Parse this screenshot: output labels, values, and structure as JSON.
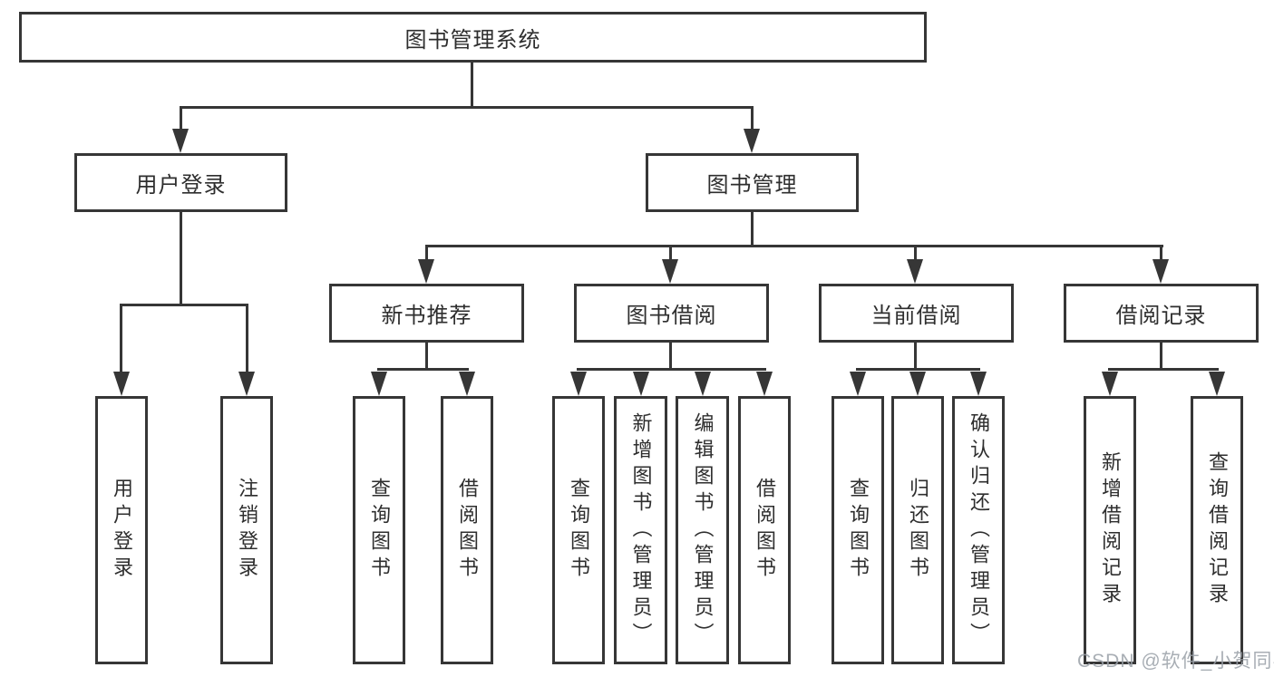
{
  "colors": {
    "line": "#363636",
    "text": "#2e2e2e",
    "watermark": "#9aa0a8",
    "background": "#ffffff"
  },
  "watermark": {
    "text": "CSDN @软件_小贺同学"
  },
  "diagram": {
    "root": {
      "label": "图书管理系统"
    },
    "level2": [
      {
        "label": "用户登录"
      },
      {
        "label": "图书管理"
      }
    ],
    "level3": [
      {
        "label": "新书推荐"
      },
      {
        "label": "图书借阅"
      },
      {
        "label": "当前借阅"
      },
      {
        "label": "借阅记录"
      }
    ],
    "leaves": {
      "user": [
        "用户登录",
        "注销登录"
      ],
      "recommend": [
        "查询图书",
        "借阅图书"
      ],
      "borrow": [
        "查询图书",
        "新增图书（管理员）",
        "编辑图书（管理员）",
        "借阅图书"
      ],
      "current": [
        "查询图书",
        "归还图书",
        "确认归还（管理员）"
      ],
      "records": [
        "新增借阅记录",
        "查询借阅记录"
      ]
    }
  }
}
